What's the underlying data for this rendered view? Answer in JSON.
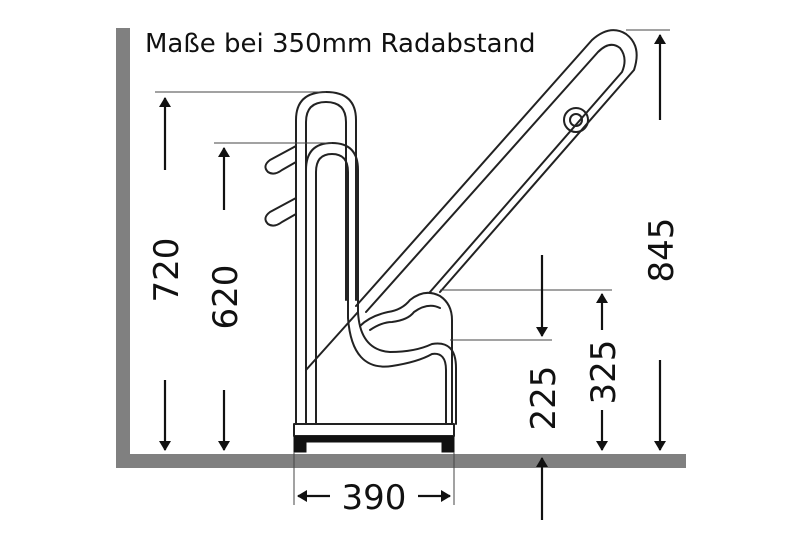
{
  "title": "Maße bei 350mm Radabstand",
  "dimensions": {
    "height_total": "720",
    "height_inner": "620",
    "width_base": "390",
    "height_wheel_low": "225",
    "height_wheel_high": "325",
    "height_arm": "845"
  },
  "colors": {
    "wall_floor": "#808080",
    "line": "#222222"
  }
}
